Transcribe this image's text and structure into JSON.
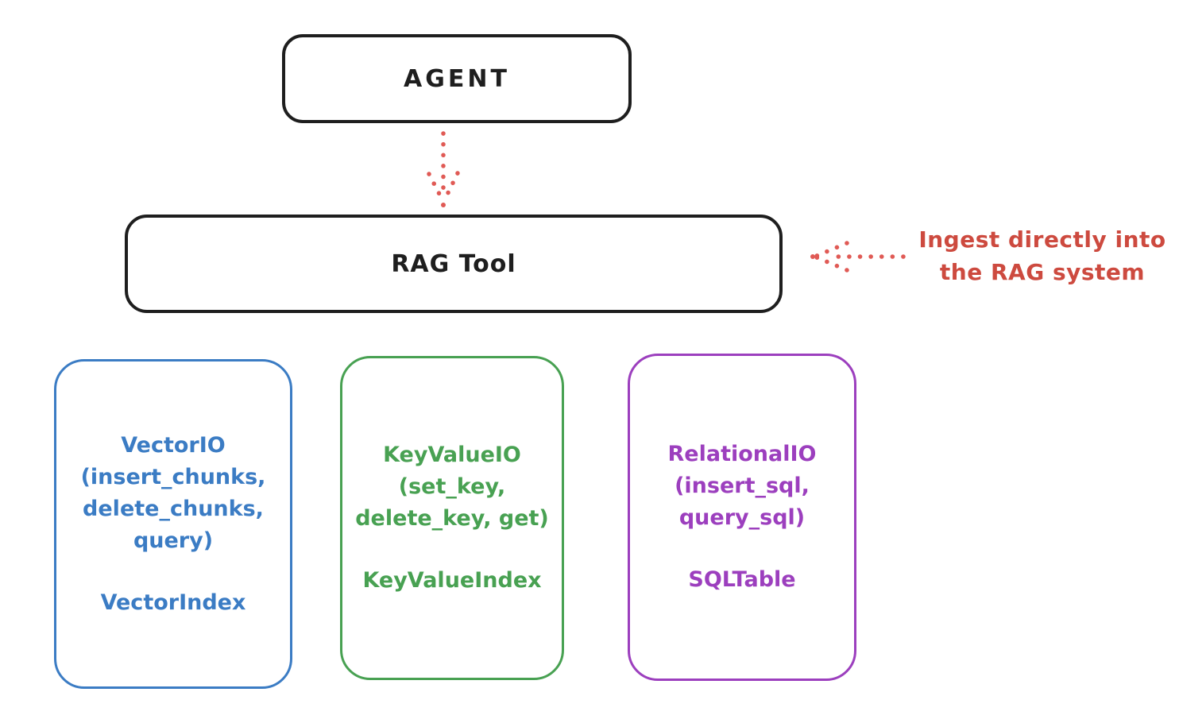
{
  "diagram": {
    "agent": {
      "label": "AGENT"
    },
    "rag_tool": {
      "label": "RAG Tool"
    },
    "annotation": {
      "line1": "Ingest directly into",
      "line2": "the RAG system"
    },
    "arrows": [
      {
        "name": "agent-to-rag-tool",
        "style": "dotted",
        "direction": "down"
      },
      {
        "name": "ingest-into-rag-tool",
        "style": "dotted",
        "direction": "left"
      }
    ],
    "io_nodes": [
      {
        "name": "vector-io",
        "color": "#3b7cc4",
        "lines": [
          "VectorIO",
          "(insert_chunks,",
          "delete_chunks,",
          "query)"
        ],
        "index_label": "VectorIndex"
      },
      {
        "name": "keyvalue-io",
        "color": "#48a152",
        "lines": [
          "KeyValueIO",
          "(set_key,",
          "delete_key, get)"
        ],
        "index_label": "KeyValueIndex"
      },
      {
        "name": "relational-io",
        "color": "#9c3fbe",
        "lines": [
          "RelationalIO",
          "(insert_sql,",
          "query_sql)"
        ],
        "index_label": "SQLTable"
      }
    ],
    "colors": {
      "ink": "#1e1e1e",
      "arrow_red": "#e05a55",
      "annotation_red": "#cd4a3f",
      "background": "#ffffff"
    }
  }
}
